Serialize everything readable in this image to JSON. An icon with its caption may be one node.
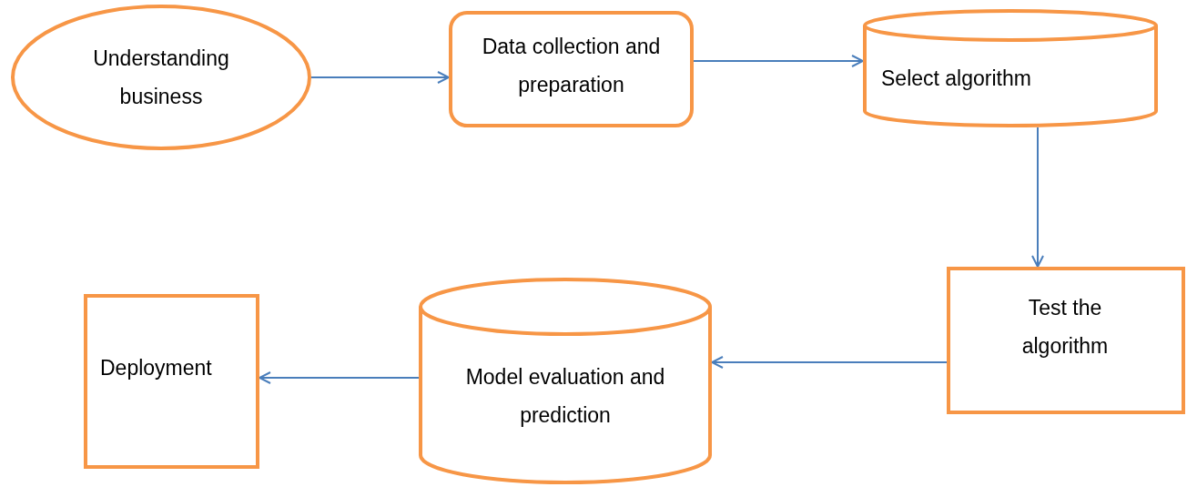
{
  "diagram": {
    "nodes": [
      {
        "text": [
          "Understanding business"
        ]
      },
      {
        "text": [
          "Data collection and preparation"
        ]
      },
      {
        "text": [
          "Select algorithm"
        ]
      },
      {
        "text": [
          "Test the algorithm"
        ]
      },
      {
        "text": [
          "Model evaluation and prediction"
        ]
      },
      {
        "text": [
          "Deployment"
        ]
      }
    ],
    "edges": [
      {
        "from": 0,
        "to": 1,
        "arrow": "to"
      },
      {
        "from": 1,
        "to": 2,
        "arrow": "to"
      },
      {
        "from": 2,
        "to": 3,
        "arrow": "to"
      },
      {
        "from": 3,
        "to": 4,
        "arrow": "to"
      },
      {
        "from": 4,
        "to": 5,
        "arrow": "to"
      }
    ]
  }
}
